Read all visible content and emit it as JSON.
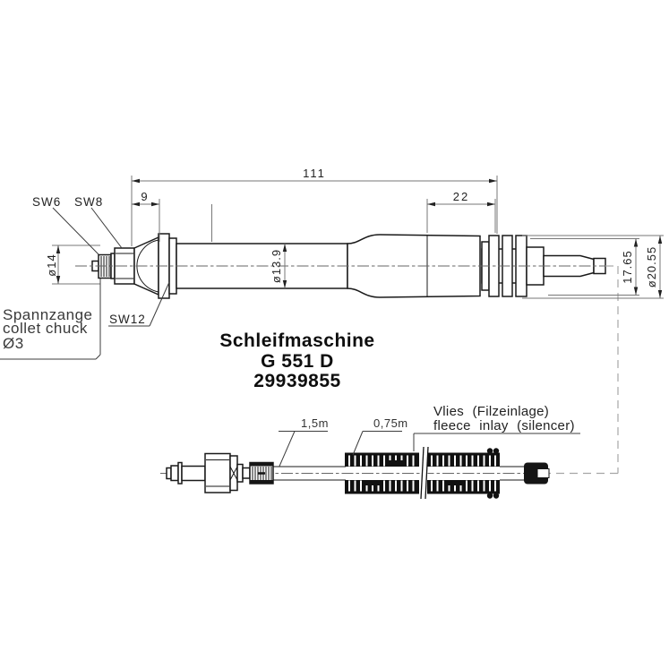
{
  "drawing_type": "technical drawing",
  "title": {
    "name": "Schleifmaschine",
    "model": "G 551 D",
    "part_number": "29939855"
  },
  "dims": {
    "total_length": "111",
    "front_length": "9",
    "rear_length": "22",
    "body_diameter": "ø13.9",
    "front_diameter": "ø14",
    "rear_width": "17.65",
    "rear_diameter": "ø20.55"
  },
  "wrench_labels": {
    "sw6": "SW6",
    "sw8": "SW8",
    "sw12": "SW12"
  },
  "collet_note": {
    "de": "Spannzange",
    "en": "collet chuck",
    "diameter": "Ø3"
  },
  "hose": {
    "length": "1,5m",
    "silencer_length": "0,75m",
    "fleece_de": "Vlies (Filzeinlage)",
    "fleece_en": "fleece inlay (silencer)"
  },
  "colors": {
    "background": "#ffffff",
    "outline": "#1a1a1a",
    "dimension_lines": "#777777",
    "centerline": "#666666",
    "ghost_connector": "#a6a6a6",
    "text": "#222222"
  }
}
